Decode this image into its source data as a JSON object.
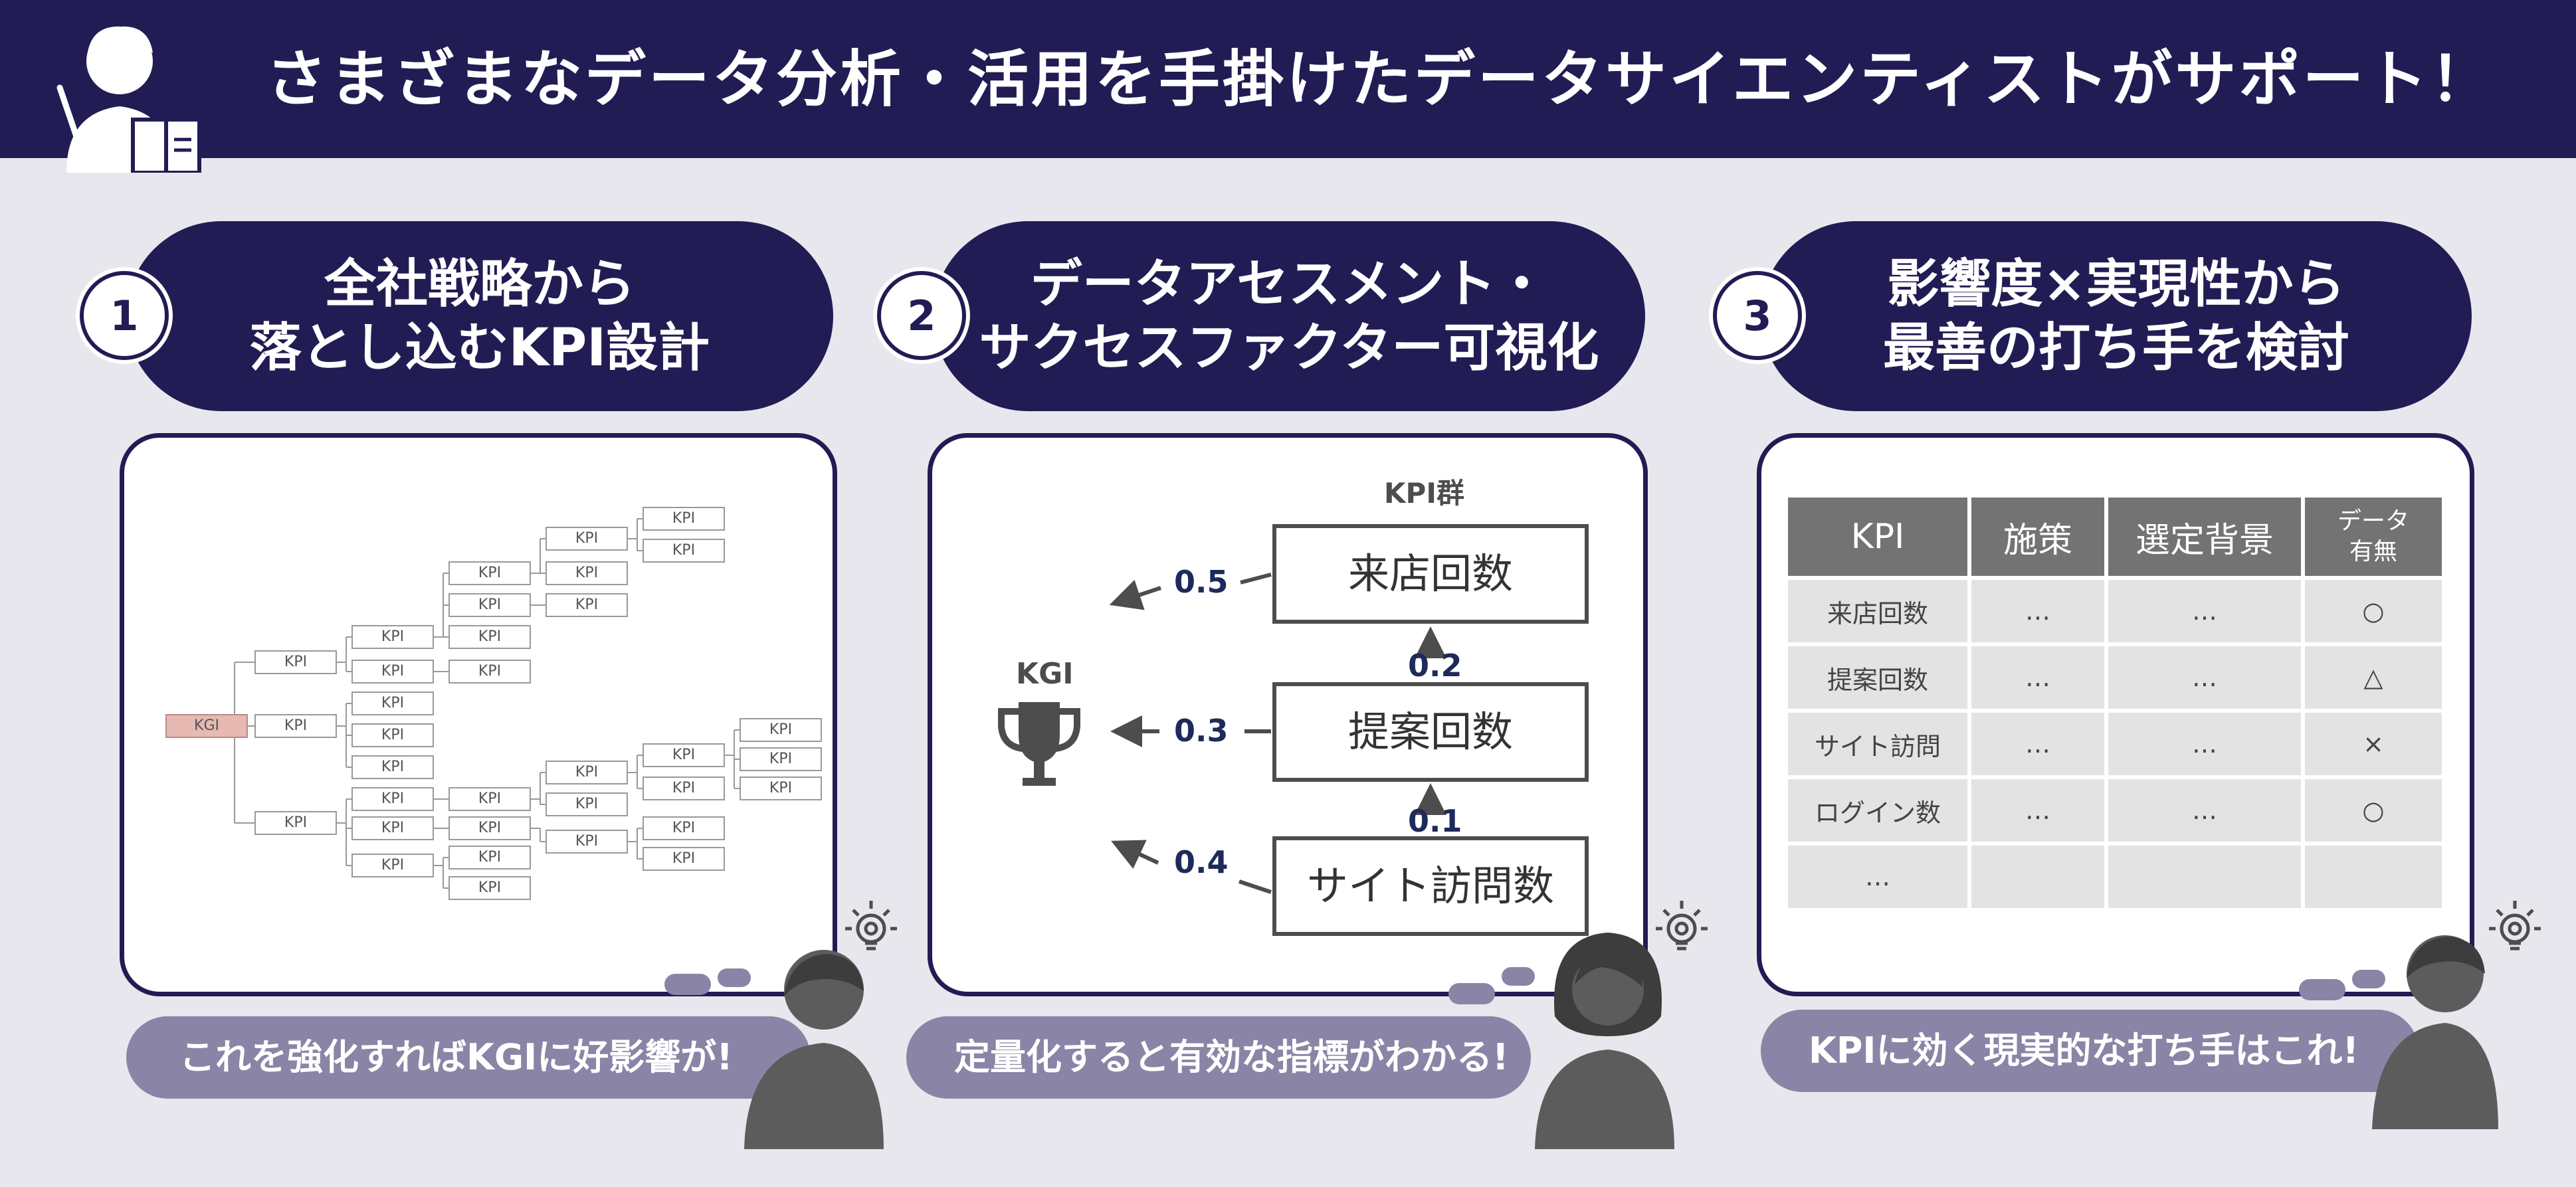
{
  "header": {
    "title": "さまざまなデータ分析・活用を手掛けたデータサイエンティストがサポート！"
  },
  "colors": {
    "navy": "#221c54",
    "caption": "#8a84a6",
    "background": "#e8e7ee",
    "kgi_box": "#e6b9b3"
  },
  "steps": [
    {
      "number": "1",
      "line1": "全社戦略から",
      "line2": "落とし込むKPI設計",
      "caption": "これを強化すればKGIに好影響が!"
    },
    {
      "number": "2",
      "line1": "データアセスメント・",
      "line2": "サクセスファクター可視化",
      "caption": "定量化すると有効な指標がわかる!"
    },
    {
      "number": "3",
      "line1": "影響度×実現性から",
      "line2": "最善の打ち手を検討",
      "caption": "KPIに効く現実的な打ち手はこれ!"
    }
  ],
  "kpi_tree": {
    "root": "KGI",
    "node": "KPI"
  },
  "assessment": {
    "kgi_label": "KGI",
    "group_label": "KPI群",
    "boxes": [
      "来店回数",
      "提案回数",
      "サイト訪問数"
    ],
    "to_kgi_weights": [
      "0.5",
      "0.3",
      "0.4"
    ],
    "between_weights": [
      "0.2",
      "0.1"
    ]
  },
  "kpi_table": {
    "headers": [
      "KPI",
      "施策",
      "選定背景"
    ],
    "data_header_line1": "データ",
    "data_header_line2": "有無",
    "rows": [
      [
        "来店回数",
        "…",
        "…",
        "○"
      ],
      [
        "提案回数",
        "…",
        "…",
        "△"
      ],
      [
        "サイト訪問",
        "…",
        "…",
        "×"
      ],
      [
        "ログイン数",
        "…",
        "…",
        "○"
      ],
      [
        "…",
        "",
        "",
        ""
      ]
    ]
  },
  "icons": [
    "presenter-icon",
    "trophy-icon",
    "lightbulb-icon",
    "person-icon"
  ]
}
